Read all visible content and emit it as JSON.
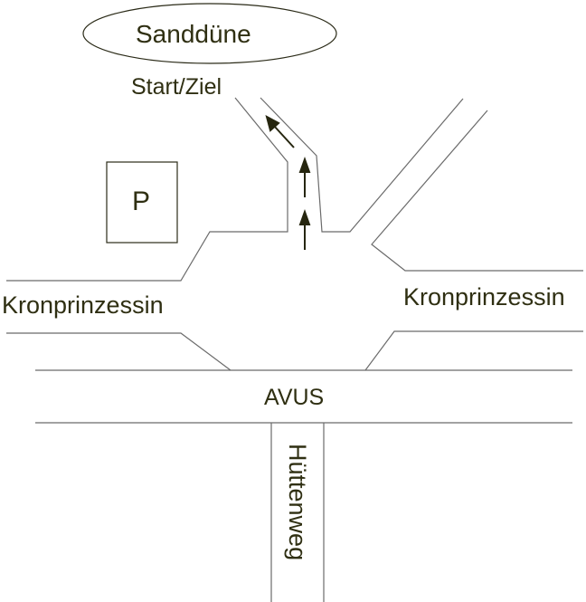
{
  "labels": {
    "sandduene": "Sanddüne",
    "start_ziel": "Start/Ziel",
    "parking": "P",
    "kronprinzessin_left": "Kronprinzessin",
    "kronprinzessin_right": "Kronprinzessin",
    "avus": "AVUS",
    "huettenweg": "Hüttenweg"
  },
  "colors": {
    "text": "#2f2f12",
    "roads": "#6b6b6b",
    "arrows": "#26260f"
  }
}
